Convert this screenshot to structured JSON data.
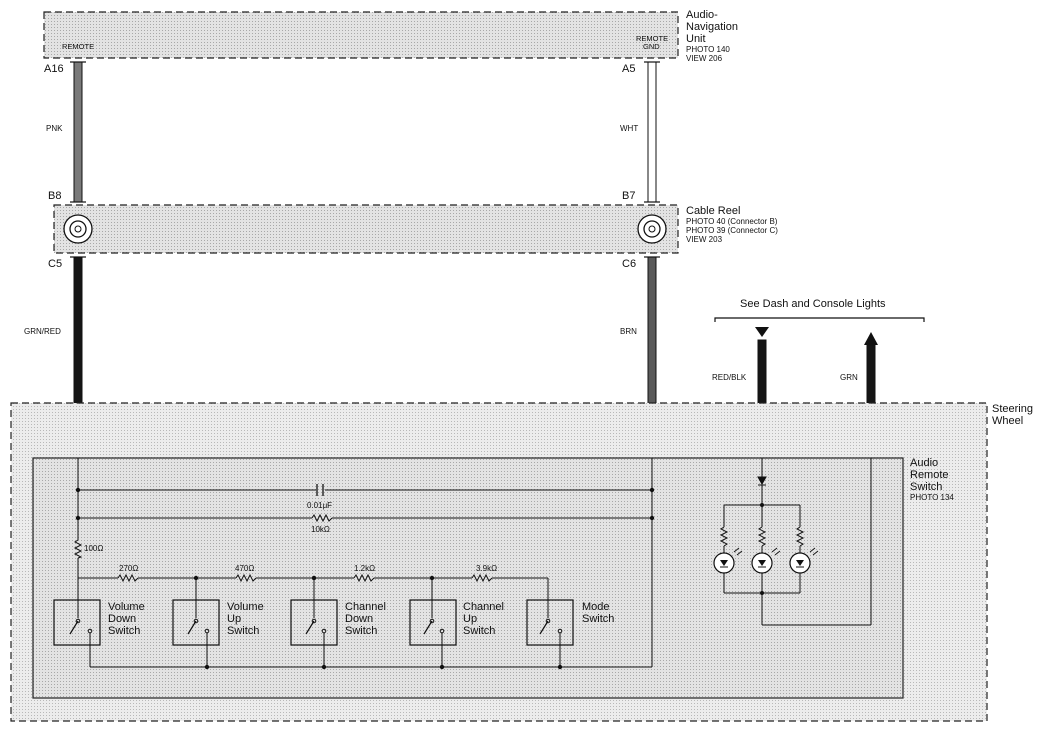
{
  "components": {
    "audio_nav": {
      "name_lines": [
        "Audio-",
        "Navigation",
        "Unit"
      ],
      "ref_lines": [
        "PHOTO 140",
        "VIEW 206"
      ],
      "pin_left": "REMOTE",
      "pin_right_lines": [
        "REMOTE",
        "GND"
      ]
    },
    "cable_reel": {
      "name": "Cable Reel",
      "ref_lines": [
        "PHOTO 40 (Connector B)",
        "PHOTO 39 (Connector C)",
        "VIEW 203"
      ]
    },
    "steering_wheel": {
      "name_lines": [
        "Steering",
        "Wheel"
      ]
    },
    "audio_remote_switch": {
      "name_lines": [
        "Audio",
        "Remote",
        "Switch"
      ],
      "ref": "PHOTO 134"
    }
  },
  "connectors": {
    "a16": "A16",
    "a5": "A5",
    "b8": "B8",
    "b7": "B7",
    "c5": "C5",
    "c6": "C6"
  },
  "wires": {
    "pnk": "PNK",
    "wht": "WHT",
    "grn_red": "GRN/RED",
    "brn": "BRN",
    "red_blk": "RED/BLK",
    "grn": "GRN"
  },
  "reference": {
    "dash_lights": "See Dash and Console Lights"
  },
  "parts": {
    "capacitor": "0.01μF",
    "r_10k": "10kΩ",
    "r_100": "100Ω",
    "r_270": "270Ω",
    "r_470": "470Ω",
    "r_1_2k": "1.2kΩ",
    "r_3_9k": "3.9kΩ"
  },
  "switches": [
    {
      "lines": [
        "Volume",
        "Down",
        "Switch"
      ]
    },
    {
      "lines": [
        "Volume",
        "Up",
        "Switch"
      ]
    },
    {
      "lines": [
        "Channel",
        "Down",
        "Switch"
      ]
    },
    {
      "lines": [
        "Channel",
        "Up",
        "Switch"
      ]
    },
    {
      "lines": [
        "Mode",
        "Switch"
      ]
    }
  ]
}
